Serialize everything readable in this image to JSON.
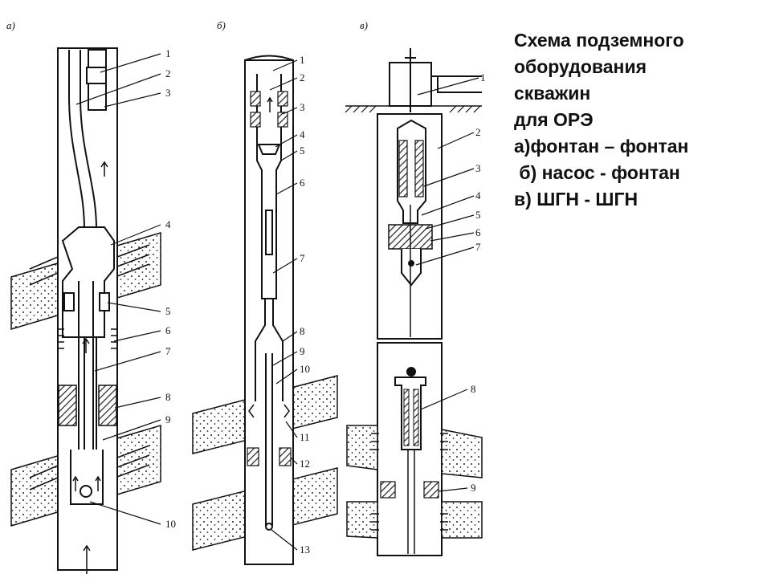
{
  "caption": {
    "lines": [
      "Схема подземного",
      "оборудования",
      "скважин",
      "для ОРЭ",
      "а)фонтан – фонтан",
      " б) насос - фонтан",
      "в) ШГН - ШГН"
    ]
  },
  "subfigures": [
    {
      "id": "a",
      "label": "а)",
      "callouts": [
        "1",
        "2",
        "3",
        "4",
        "5",
        "6",
        "7",
        "8",
        "9",
        "10"
      ]
    },
    {
      "id": "b",
      "label": "б)",
      "callouts": [
        "1",
        "2",
        "3",
        "4",
        "5",
        "6",
        "7",
        "8",
        "9",
        "10",
        "11",
        "12",
        "13"
      ]
    },
    {
      "id": "c",
      "label": "в)",
      "callouts": [
        "1",
        "2",
        "3",
        "4",
        "5",
        "6",
        "7",
        "8",
        "9"
      ]
    }
  ],
  "colors": {
    "ink": "#111111",
    "background": "#ffffff",
    "hatch": "#333333"
  }
}
